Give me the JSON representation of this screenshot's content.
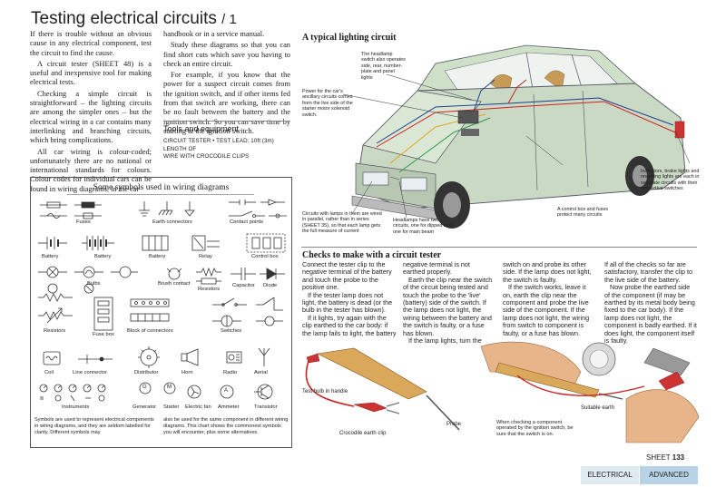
{
  "header": {
    "title": "Testing electrical circuits",
    "part": "/ 1"
  },
  "intro": {
    "col1": [
      "If there is trouble without an obvious cause in any electrical component, test the circuit to find the cause.",
      "A circuit tester (SHEET 48) is a useful and inexpensive tool for making electrical tests.",
      "Checking a simple circuit is straightforward – the lighting circuits are among the simpler ones – but the electrical wiring in a car contains many interlinking and branching circuits, which bring complications.",
      "All car wiring is colour-coded; unfortunately there are no national or international standards for colours. Colour codes for individual cars can be found in wiring diagrams, in the car"
    ],
    "col2": [
      "handbook or in a service manual.",
      "Study these diagrams so that you can find short cuts which save you having to check an entire circuit.",
      "For example, if you know that the power for a suspect circuit comes from the ignition switch, and if other items fed from that switch are working, there can be no fault between the battery and the ignition switch. So you can save time by starting at the ignition switch."
    ]
  },
  "tools": {
    "heading": "Tools and equipment",
    "line1": "CIRCUIT TESTER  •  TEST LEAD: 10ft (3m) LENGTH OF",
    "line2": "WIRE WITH CROCODILE CLIPS"
  },
  "symbols": {
    "heading": "Some symbols used in wiring diagrams",
    "labels": {
      "fuses": "Fuses",
      "earth": "Earth connectors",
      "contact": "Contact points",
      "battery1": "Battery",
      "battery2": "Battery",
      "battery3": "Battery",
      "relay": "Relay",
      "control": "Control box",
      "bulbs": "Bulbs",
      "brush": "Brush contact",
      "resistors1": "Resistors",
      "capacitor": "Capacitor",
      "diode": "Diode",
      "resistors2": "Resistors",
      "fusebox": "Fuse box",
      "block": "Block of connectors",
      "switches": "Switches",
      "coil": "Coil",
      "line": "Line connector",
      "distributor": "Distributor",
      "horn": "Horn",
      "radio": "Radio",
      "aerial": "Aerial",
      "instruments": "Instruments",
      "generator": "Generator",
      "starter": "Starter",
      "fan": "Electric fan",
      "ammeter": "Ammeter",
      "transistor": "Transistor"
    },
    "letters": {
      "g": "G",
      "m": "M",
      "a": "A"
    },
    "note_left": "Symbols are used to represent electrical components in wiring diagrams, and they are seldom labelled for clarity. Different symbols may",
    "note_right": "also be used for the same component in different wiring diagrams. This chart shows the commonest symbols you will encounter, plus some alternatives."
  },
  "lighting": {
    "heading": "A typical lighting circuit",
    "callouts": {
      "headlamp_switch": "The headlamp switch also operates side, rear, number-plate and panel lights",
      "power": "Power for the car's ancillary circuits comes from the live side of the starter motor solenoid switch.",
      "indicators": "Indicators, brake lights and reversing lights are each in separate circuits with their respective switches",
      "control_box": "A control box and fuses protect many circuits",
      "parallel": "Circuits with lamps in them are wired in parallel, rather than in series (SHEET 35), so that each lamp gets the full measure of current",
      "headlamps": "Headlamps have two circuits, one for dipped and one for main beam"
    }
  },
  "checks": {
    "heading": "Checks to make with a circuit tester",
    "col1": [
      "Connect the tester clip to the negative terminal of the battery and touch the probe to the positive one.",
      "If the tester lamp does not light, the battery is dead (or the bulb in the tester has blown).",
      "If it lights, try again with the clip earthed to the car body: if the lamp fails to light, the battery"
    ],
    "col2": [
      "negative terminal is not earthed properly.",
      "Earth the clip near the switch of the circuit being tested and touch the probe to the 'live' (battery) side of the switch. If the lamp does not light, the wiring between the battery and the switch is faulty, or a fuse has blown.",
      "If the lamp lights, turn the"
    ],
    "col3": [
      "switch on and probe its other side. If the lamp does not light, the switch is faulty.",
      "If the switch works, leave it on, earth the clip near the component and probe the live side of the component. If the lamp does not light, the wiring from switch to component is faulty, or a fuse has blown."
    ],
    "col4": [
      "If all of the checks so far are satisfactory, transfer the clip to the live side of the battery.",
      "Now probe the earthed side of the component (if may be earthed by its metal body being fixed to the car body). If the lamp does not light, the component is badly earthed. If it does light, the component itself is faulty."
    ]
  },
  "tester_labels": {
    "bulb": "Test bulb in handle",
    "probe": "Probe",
    "earth_clip": "Crocodile earth clip",
    "suitable_earth": "Suitable earth",
    "ignition_note": "When checking a component operated by the ignition switch, be sure that the switch is on."
  },
  "footer": {
    "sheet": "SHEET",
    "number": "133",
    "section": "ELECTRICAL",
    "level": "ADVANCED"
  },
  "colors": {
    "footer_bg": "#dfe9f0",
    "advanced_bg": "#b9d3e6",
    "car_body": "#c9d9c4"
  }
}
